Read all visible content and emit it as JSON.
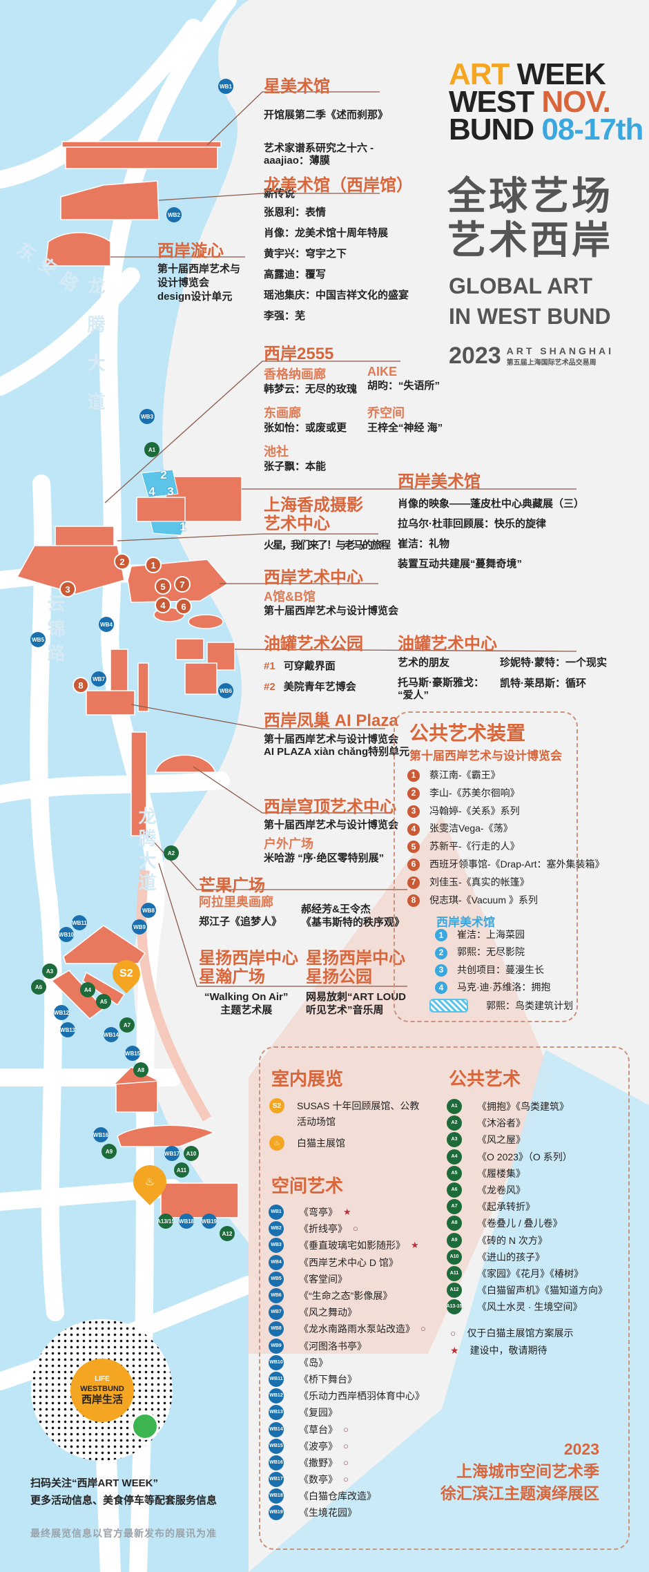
{
  "colors": {
    "accent": "#d9653b",
    "map_land": "#bfe6f7",
    "river": "#f2f2f2",
    "building": "#e8795f",
    "wb_marker": "#1a6fae",
    "a_marker": "#1d6b3a",
    "pin": "#f4a521"
  },
  "header": {
    "logo_lines": [
      [
        "ART",
        "WEEK"
      ],
      [
        "WEST",
        "NOV."
      ],
      [
        "BUND",
        "08-17th"
      ]
    ],
    "slogan_cn": [
      "全球艺场",
      "艺术西岸"
    ],
    "slogan_en": [
      "GLOBAL ART",
      "IN WEST BUND"
    ],
    "year": "2023",
    "art_shanghai": "ART SHANGHAI",
    "art_shanghai_cn": "第五届上海国际艺术品交易周"
  },
  "roads": [
    "东安路",
    "龙腾大道",
    "云锦路",
    "龙腾大道"
  ],
  "venues": {
    "star": {
      "title": "星美术馆",
      "items": [
        "开馆展第二季《述而刹那》",
        "艺术家谱系研究之十六 -\naaajiao：薄膜",
        "薪传说"
      ]
    },
    "long": {
      "title": "龙美术馆（西岸馆）",
      "items": [
        "张恩利：表情",
        "肖像：龙美术馆十周年特展",
        "黄宇兴：穹宇之下",
        "高露迪：覆写",
        "瑶池集庆：中国吉祥文化的盛宴",
        "李强：芜"
      ]
    },
    "xuanxin": {
      "title": "西岸漩心",
      "items": [
        "第十届西岸艺术与\n设计博览会\ndesign设计单元"
      ]
    },
    "w2555": {
      "title": "西岸2555",
      "galleries": [
        {
          "name": "香格纳画廊",
          "show": "韩梦云：无尽的玫瑰"
        },
        {
          "name": "AIKE",
          "show": "胡昀：“失语所”"
        },
        {
          "name": "东画廊",
          "show": "张如怡：或废或更"
        },
        {
          "name": "乔空间",
          "show": "王梓全“神经 海”"
        },
        {
          "name": "池社",
          "show": "张子飘：本能"
        }
      ]
    },
    "wbmuseum": {
      "title": "西岸美术馆",
      "items": [
        "肖像的映象——蓬皮杜中心典藏展（三）",
        "拉乌尔·杜菲回顾展：快乐的旋律",
        "崔洁：礼物",
        "装置互动共建展“蔓舞奇境”"
      ]
    },
    "xiangcheng": {
      "title": "上海香成摄影\n艺术中心",
      "items": [
        "火星，我们来了！与老马的旅程"
      ]
    },
    "artcenter": {
      "title": "西岸艺术中心",
      "sub": "A馆&B馆",
      "items": [
        "第十届西岸艺术与设计博览会"
      ]
    },
    "tankpark": {
      "title": "油罐艺术公园",
      "items": [
        {
          "num": "#1",
          "text": "可穿戴界面"
        },
        {
          "num": "#2",
          "text": "美院青年艺博会"
        }
      ]
    },
    "tankcenter": {
      "title": "油罐艺术中心",
      "items": [
        "艺术的朋友",
        "珍妮特·蒙特：一个现实",
        "托马斯·豪斯雅戈：\n“爱人”",
        "凯特·莱昂斯：循环"
      ]
    },
    "aiplaza": {
      "title": "西岸凤巢 AI Plaza",
      "items": [
        "第十届西岸艺术与设计博览会\nAI PLAZA xiàn chǎng特别单元"
      ]
    },
    "dome": {
      "title": "西岸穹顶艺术中心",
      "items": [
        "第十届西岸艺术与设计博览会"
      ],
      "sub": "户外广场",
      "sub_items": [
        "米哈游 “序·绝区零特别展”"
      ]
    },
    "mango": {
      "title": "芒果广场",
      "sub": "阿拉里奥画廊",
      "items": [
        "郑江子《追梦人》",
        "郝经芳&王令杰\n《基韦斯特的秩序观》"
      ]
    },
    "xingyang1": {
      "title": "星扬西岸中心\n星瀚广场",
      "items": [
        "“Walking On Air”\n主题艺术展"
      ]
    },
    "xingyang2": {
      "title": "星扬西岸中心\n星扬公园",
      "items": [
        "网易放刺“ART LOUD\n听见艺术”音乐周"
      ]
    }
  },
  "public_install": {
    "title": "公共艺术装置",
    "subtitle": "第十届西岸艺术与设计博览会",
    "items": [
      {
        "n": "1",
        "t": "蔡江南-《霸王》"
      },
      {
        "n": "2",
        "t": "李山-《苏美尔徊响》"
      },
      {
        "n": "3",
        "t": "冯翰婷-《关系》系列"
      },
      {
        "n": "4",
        "t": "张雯洁Vega-《荡》"
      },
      {
        "n": "5",
        "t": "苏新平-《行走的人》"
      },
      {
        "n": "6",
        "t": "西班牙领事馆-《Drap-Art：塞外集装箱》"
      },
      {
        "n": "7",
        "t": "刘佳玉-《真实的帐篷》"
      },
      {
        "n": "8",
        "t": "倪志琪-《Vacuum 》系列"
      }
    ],
    "museum_title": "西岸美术馆",
    "museum_items": [
      {
        "n": "1",
        "t": "崔洁：上海菜园"
      },
      {
        "n": "2",
        "t": "郭熙：无尽影院"
      },
      {
        "n": "3",
        "t": "共创项目：蔓漫生长"
      },
      {
        "n": "4",
        "t": "马克·迪·苏维洛：拥抱"
      }
    ],
    "hatched_item": "郭熙：鸟类建筑计划"
  },
  "indoor": {
    "title": "室内展览",
    "items": [
      {
        "pin": "S2",
        "t": "SUSAS 十年回顾展馆、公教\n活动场馆"
      },
      {
        "pin": "♨",
        "t": "白猫主展馆"
      }
    ]
  },
  "spatial": {
    "title": "空间艺术",
    "items": [
      {
        "id": "WB1",
        "t": "《弯亭》",
        "flag": "star"
      },
      {
        "id": "WB2",
        "t": "《折线亭》",
        "flag": "ring"
      },
      {
        "id": "WB3",
        "t": "《垂直玻璃宅如影随形》",
        "flag": "star"
      },
      {
        "id": "WB4",
        "t": "《西岸艺术中心 D 馆》",
        "flag": ""
      },
      {
        "id": "WB5",
        "t": "《客堂间》",
        "flag": ""
      },
      {
        "id": "WB6",
        "t": "《“生命之态”影像展》",
        "flag": ""
      },
      {
        "id": "WB7",
        "t": "《风之舞动》",
        "flag": ""
      },
      {
        "id": "WB8",
        "t": "《龙水南路雨水泵站改造》",
        "flag": "ring"
      },
      {
        "id": "WB9",
        "t": "《河图洛书亭》",
        "flag": ""
      },
      {
        "id": "WB10",
        "t": "《岛》",
        "flag": ""
      },
      {
        "id": "WB11",
        "t": "《桥下舞台》",
        "flag": ""
      },
      {
        "id": "WB12",
        "t": "《乐动力西岸栖羽体育中心》",
        "flag": ""
      },
      {
        "id": "WB13",
        "t": "《复园》",
        "flag": ""
      },
      {
        "id": "WB14",
        "t": "《草台》",
        "flag": "ring"
      },
      {
        "id": "WB15",
        "t": "《波亭》",
        "flag": "ring"
      },
      {
        "id": "WB16",
        "t": "《撒野》",
        "flag": "ring"
      },
      {
        "id": "WB17",
        "t": "《数亭》",
        "flag": "ring"
      },
      {
        "id": "WB18",
        "t": "《白猫仓库改造》",
        "flag": ""
      },
      {
        "id": "WB19",
        "t": "《生境花园》",
        "flag": ""
      }
    ]
  },
  "public_art": {
    "title": "公共艺术",
    "items": [
      {
        "id": "A1",
        "t": "《拥抱》《鸟类建筑》"
      },
      {
        "id": "A2",
        "t": "《沐浴者》"
      },
      {
        "id": "A3",
        "t": "《风之屋》"
      },
      {
        "id": "A4",
        "t": "《O 2023》（O 系列）"
      },
      {
        "id": "A5",
        "t": "《履楼集》"
      },
      {
        "id": "A6",
        "t": "《龙卷风》"
      },
      {
        "id": "A7",
        "t": "《起承转折》"
      },
      {
        "id": "A8",
        "t": "《卷叠儿 / 叠儿卷》"
      },
      {
        "id": "A9",
        "t": "《砖的 N 次方》"
      },
      {
        "id": "A10",
        "t": "《进山的孩子》"
      },
      {
        "id": "A11",
        "t": "《家园》《花月》《椿树》"
      },
      {
        "id": "A12",
        "t": "《白猫留声机》《猫知道方向》"
      },
      {
        "id": "A13-15",
        "t": "《风土水灵 · 生境空间》"
      }
    ]
  },
  "legend": {
    "ring": "○",
    "ring_text": "仅于白猫主展馆方案展示",
    "star": "★",
    "star_text": "建设中，敬请期待"
  },
  "season": {
    "year": "2023",
    "line1": "上海城市空间艺术季",
    "line2": "徐汇滨江主题演绎展区"
  },
  "qr": {
    "logo": [
      "LIFE",
      "WESTBUND",
      "西岸生活"
    ],
    "caption1": "扫码关注“西岸ART WEEK”",
    "caption2": "更多活动信息、美食停车等配套服务信息",
    "disclaimer": "最终展览信息以官方最新发布的展讯为准"
  },
  "map_markers": [
    "WB1",
    "WB2",
    "WB3",
    "WB4",
    "WB5",
    "WB6",
    "WB7",
    "WB8",
    "WB9",
    "WB10",
    "WB11",
    "WB12",
    "WB13",
    "WB14",
    "WB15",
    "WB16",
    "WB17",
    "WB18",
    "WB19",
    "A1",
    "A2",
    "A3",
    "A4",
    "A5",
    "A6",
    "A7",
    "A8",
    "A9",
    "A10",
    "A11",
    "A12",
    "A13/15"
  ]
}
